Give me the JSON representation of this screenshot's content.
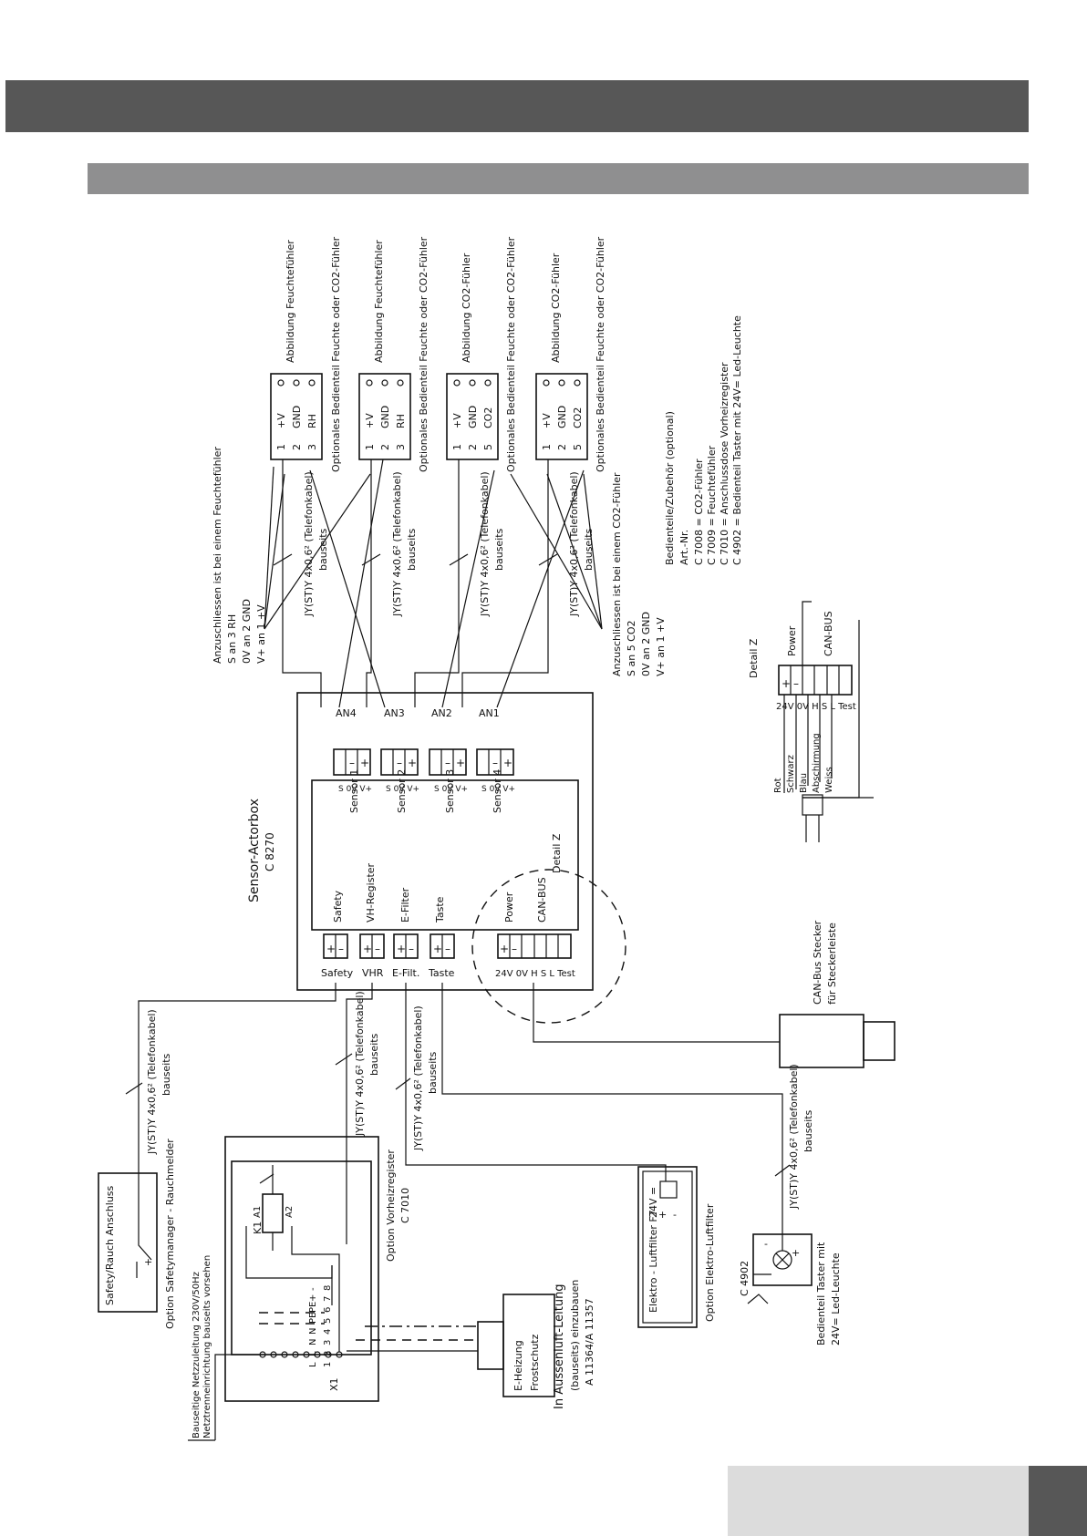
{
  "sensors": [
    {
      "terminal_labels": [
        "3",
        "2",
        "1"
      ],
      "signals": [
        "RH",
        "GND",
        "+V"
      ],
      "caption_1": "Abbildung Feuchtefühler",
      "caption_2": "Optionales Bedienteil Feuchte oder CO2-Fühler",
      "cable_1": "JY(ST)Y 4x0,6² (Telefonkabel)",
      "cable_2": "bauseits",
      "an_label": "AN4",
      "sensor_label": "Sensor 1"
    },
    {
      "terminal_labels": [
        "3",
        "2",
        "1"
      ],
      "signals": [
        "RH",
        "GND",
        "+V"
      ],
      "caption_1": "Abbildung Feuchtefühler",
      "caption_2": "Optionales Bedienteil Feuchte oder CO2-Fühler",
      "cable_1": "JY(ST)Y 4x0,6² (Telefonkabel)",
      "cable_2": "bauseits",
      "an_label": "AN3",
      "sensor_label": "Sensor 2"
    },
    {
      "terminal_labels": [
        "5",
        "2",
        "1"
      ],
      "signals": [
        "CO2",
        "GND",
        "+V"
      ],
      "caption_1": "Abbildung CO2-Fühler",
      "caption_2": "Optionales Bedienteil Feuchte oder CO2-Fühler",
      "cable_1": "JY(ST)Y 4x0,6² (Telefonkabel)",
      "cable_2": "bauseits",
      "an_label": "AN2",
      "sensor_label": "Sensor 3"
    },
    {
      "terminal_labels": [
        "5",
        "2",
        "1"
      ],
      "signals": [
        "CO2",
        "GND",
        "+V"
      ],
      "caption_1": "Abbildung CO2-Fühler",
      "caption_2": "Optionales Bedienteil Feuchte oder CO2-Fühler",
      "cable_1": "JY(ST)Y 4x0,6² (Telefonkabel)",
      "cable_2": "bauseits",
      "an_label": "AN1",
      "sensor_label": "Sensor 4"
    }
  ],
  "sensor_channel_pins": "S 0V V+",
  "rh_note": [
    "Anzuschliessen ist bei einem Feuchtefühler",
    "S an 3 RH",
    "0V an 2 GND",
    "V+ an 1 +V"
  ],
  "co2_note": [
    "Anzuschliessen ist bei einem CO2-Fühler",
    "S an 5 CO2",
    "0V an 2 GND",
    "V+ an 1 +V"
  ],
  "accessories": [
    "Bedienteile/Zubehör (optional)",
    "Art.-Nr.",
    "C 7008 = CO2-Fühler",
    "C 7009 = Feuchtefühler",
    "C 7010 = Anschlussdose Vorheizregister",
    "C 4902 = Bedienteil Taster mit 24V= Led-Leuchte"
  ],
  "actorbox": {
    "title": "Sensor-Actorbox",
    "code": "C 8270",
    "inner_labels": [
      "Safety",
      "VH-Register",
      "E-Filter",
      "Taste",
      "Power",
      "CAN-BUS"
    ],
    "detail_ref": "Detail Z",
    "bottom_labels": [
      "Safety",
      "VHR",
      "E-Filt.",
      "Taste"
    ],
    "power_pins": "24V 0V H S L Test"
  },
  "detail_z": {
    "title": "Detail Z",
    "power": "Power",
    "canbus": "CAN-BUS",
    "pins": "24V 0V H S L Test",
    "wires": [
      "Rot",
      "Schwarz",
      "Blau",
      "Abschirmung",
      "Weiss"
    ]
  },
  "canbus_plug": [
    "CAN-Bus Stecker",
    "für Steckerleiste"
  ],
  "cables": {
    "safety": [
      "JY(ST)Y 4x0,6² (Telefonkabel)",
      "bauseits"
    ],
    "vhr": [
      "JY(ST)Y 4x0,6² (Telefonkabel)",
      "bauseits"
    ],
    "efilter": [
      "JY(ST)Y 4x0,6² (Telefonkabel)",
      "bauseits"
    ],
    "taste": [
      "JY(ST)Y 4x0,6² (Telefonkabel)",
      "bauseits"
    ]
  },
  "safety_box": {
    "title": "Safety/Rauch Anschluss",
    "caption": "Option Safetymanager - Rauchmelder"
  },
  "mains_note": [
    "Bauseitige Netzzuleitung 230V/50Hz",
    "Netztrenneinrichtung bauseits vorsehen"
  ],
  "preheater": {
    "caption_1": "Option Vorheizregister",
    "caption_2": "C 7010",
    "relay": "K1",
    "a1": "A1",
    "a2": "A2",
    "terminal_block": "X1",
    "terminal_numbers": [
      "1",
      "2",
      "3",
      "4",
      "5",
      "6",
      "7",
      "8"
    ],
    "terminal_signals": [
      "L",
      "L",
      "N",
      "N",
      "PE",
      "PE",
      "+",
      "-"
    ]
  },
  "eheater": {
    "lines": [
      "E-Heizung",
      "Frostschutz"
    ],
    "caption": [
      "In Aussenluft-Leitung",
      "(bauseits) einzubauen",
      "A 11364/A 11357"
    ]
  },
  "efilter_box": {
    "label": "Elektro - Luftfilter F7",
    "voltage": "24V =",
    "plus": "+",
    "minus": "-",
    "caption": "Option Elektro-Luftfilter"
  },
  "taster": {
    "code": "C 4902",
    "caption": [
      "Bedienteil Taster mit",
      "24V= Led-Leuchte"
    ],
    "plus": "+",
    "minus": "-"
  },
  "colors": {
    "topbar": "#575757",
    "subbar": "#8f8f90",
    "footer_light": "#dcdcdc",
    "footer_dark": "#575757",
    "line": "#111111"
  }
}
